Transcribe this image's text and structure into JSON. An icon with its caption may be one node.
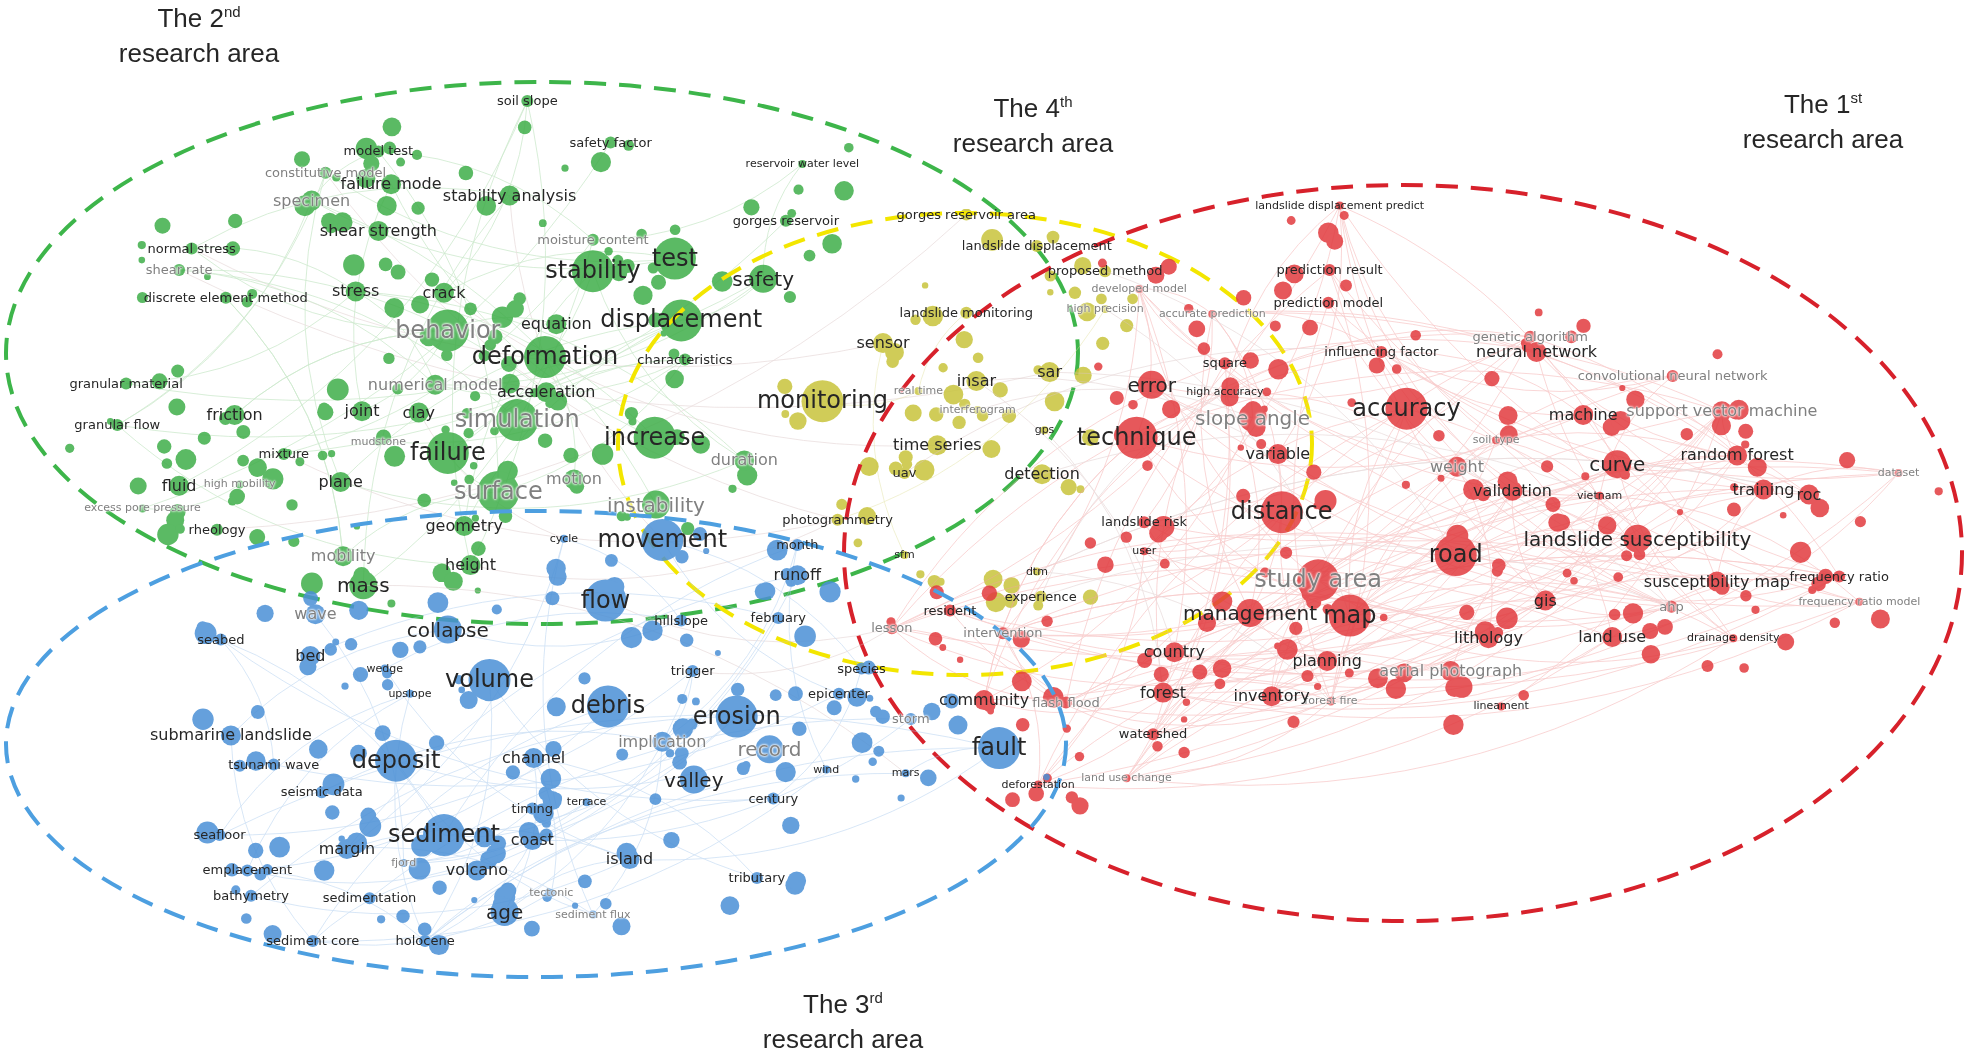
{
  "diagram": {
    "nodes": [
      {
        "text": [
          "The 2$^{nd}$ research area"
        ]
      },
      {
        "text": [
          "The 4$^{th}$ research area"
        ]
      },
      {
        "text": [
          "The 1$^{st}$ research area"
        ]
      },
      {
        "text": [
          "The 3$^{rd}$ research area"
        ]
      }
    ],
    "labels": [
      "soil slope",
      "safety factor",
      "model test",
      "reservoir water level",
      "constitutive model",
      "failure mode",
      "stability analysis",
      "specimen",
      "landslide displacement predict",
      "gorges reservoir area",
      "gorges reservoir",
      "shear strength",
      "moisture content",
      "landslide displacement",
      "normal stress",
      "test",
      "shear rate",
      "prediction result",
      "stability",
      "proposed method",
      "safety",
      "developed model",
      "stress",
      "crack",
      "discrete element method",
      "prediction model",
      "high precision",
      "landslide monitoring",
      "accurate prediction",
      "displacement",
      "equation",
      "behavior",
      "genetic algorithm",
      "sensor",
      "deformation",
      "influencing factor",
      "neural network",
      "characteristics",
      "square",
      "sar",
      "convolutional neural network",
      "insar",
      "granular material",
      "error",
      "numerical model",
      "acceleration",
      "real time",
      "high accuracy",
      "monitoring",
      "accuracy",
      "interferogram",
      "joint",
      "clay",
      "friction",
      "machine",
      "support vector machine",
      "slope angle",
      "simulation",
      "granular flow",
      "gps",
      "increase",
      "technique",
      "soil type",
      "mudstone",
      "time series",
      "failure",
      "mixture",
      "variable",
      "random forest",
      "duration",
      "curve",
      "weight",
      "dataset",
      "uav",
      "detection",
      "motion",
      "plane",
      "fluid",
      "high mobility",
      "training",
      "validation",
      "surface",
      "roc",
      "vietnam",
      "instability",
      "excess pore pressure",
      "distance",
      "photogrammetry",
      "landslide risk",
      "geometry",
      "rheology",
      "cycle",
      "landslide susceptibility",
      "movement",
      "month",
      "user",
      "road",
      "sfm",
      "mobility",
      "height",
      "dtm",
      "runoff",
      "frequency ratio",
      "study area",
      "susceptibility map",
      "mass",
      "experience",
      "flow",
      "gis",
      "frequency ratio model",
      "ahp",
      "resident",
      "management",
      "wave",
      "map",
      "february",
      "hillslope",
      "lesson",
      "collapse",
      "intervention",
      "lithology",
      "land use",
      "drainage density",
      "seabed",
      "country",
      "bed",
      "planning",
      "wedge",
      "species",
      "trigger",
      "aerial photograph",
      "volume",
      "forest",
      "epicenter",
      "upslope",
      "inventory",
      "community",
      "flash flood",
      "forest fire",
      "debris",
      "lineament",
      "erosion",
      "storm",
      "watershed",
      "submarine landslide",
      "implication",
      "fault",
      "record",
      "channel",
      "deposit",
      "tsunami wave",
      "wind",
      "mars",
      "land use change",
      "valley",
      "deforestation",
      "seismic data",
      "century",
      "terrace",
      "timing",
      "seafloor",
      "sediment",
      "coast",
      "margin",
      "island",
      "fjord",
      "volcano",
      "emplacement",
      "tributary",
      "tectonic",
      "bathymetry",
      "sedimentation",
      "age",
      "sediment flux",
      "sediment core",
      "holocene"
    ]
  }
}
